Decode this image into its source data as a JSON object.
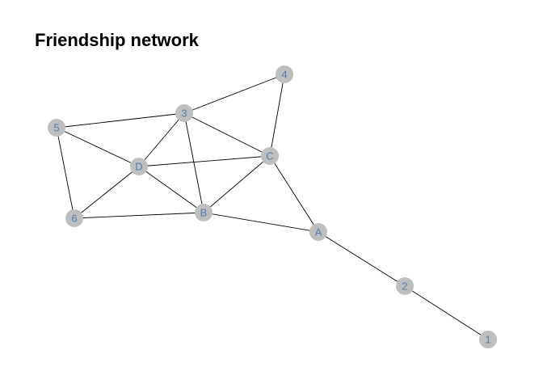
{
  "title": "Friendship network",
  "style": {
    "node_fill": "#bebebe",
    "label_color": "#4e7fae",
    "edge_color": "#000000",
    "title_color": "#000000"
  },
  "nodes": [
    {
      "id": "4",
      "label": "4"
    },
    {
      "id": "3",
      "label": "3"
    },
    {
      "id": "5",
      "label": "5"
    },
    {
      "id": "C",
      "label": "C"
    },
    {
      "id": "D",
      "label": "D"
    },
    {
      "id": "6",
      "label": "6"
    },
    {
      "id": "B",
      "label": "B"
    },
    {
      "id": "A",
      "label": "A"
    },
    {
      "id": "2",
      "label": "2"
    },
    {
      "id": "1",
      "label": "1"
    }
  ],
  "edges": [
    [
      "4",
      "3"
    ],
    [
      "4",
      "C"
    ],
    [
      "3",
      "5"
    ],
    [
      "3",
      "C"
    ],
    [
      "3",
      "D"
    ],
    [
      "3",
      "B"
    ],
    [
      "5",
      "D"
    ],
    [
      "5",
      "6"
    ],
    [
      "D",
      "C"
    ],
    [
      "D",
      "6"
    ],
    [
      "D",
      "B"
    ],
    [
      "C",
      "B"
    ],
    [
      "C",
      "A"
    ],
    [
      "6",
      "B"
    ],
    [
      "B",
      "A"
    ],
    [
      "A",
      "2"
    ],
    [
      "2",
      "1"
    ]
  ]
}
